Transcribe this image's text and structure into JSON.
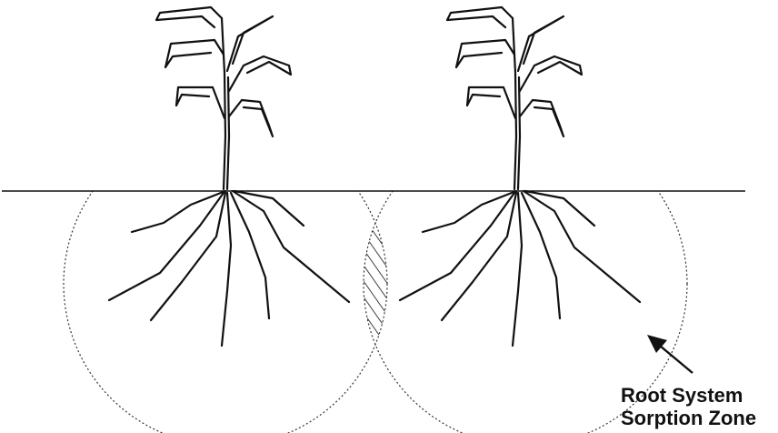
{
  "diagram": {
    "label": {
      "line1": "Root System",
      "line2": "Sorption Zone"
    },
    "colors": {
      "ink": "#111111",
      "background": "#ffffff",
      "zone_outline": "#333333"
    },
    "elements": [
      "plant-left",
      "plant-right",
      "ground-line",
      "sorption-zone-left",
      "sorption-zone-right",
      "overlap-hatch",
      "arrow-icon"
    ]
  }
}
